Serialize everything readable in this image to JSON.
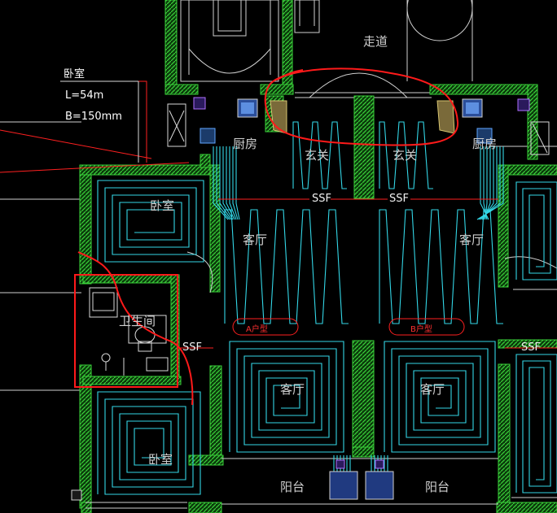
{
  "note": {
    "title": "卧室",
    "length": "L=54m",
    "spacing": "B=150mm"
  },
  "rooms": {
    "corridor": "走道",
    "kitchen_left": "厨房",
    "kitchen_right": "厨房",
    "entrance_left": "玄关",
    "entrance_right": "玄关",
    "bedroom_top": "卧室",
    "bedroom_bottom": "卧室",
    "bathroom": "卫生间",
    "living_left_top": "客厅",
    "living_right_top": "客厅",
    "living_left_center": "客厅",
    "living_right_center": "客厅",
    "balcony_left": "阳台",
    "balcony_right": "阳台"
  },
  "tags": {
    "unit_a": "A户型",
    "unit_b": "B户型"
  },
  "ssf": {
    "label": "SSF"
  },
  "colors": {
    "background": "#000000",
    "wall": "#3ad13a",
    "pipe": "#33d6e6",
    "linework": "#d9d9d9",
    "highlight": "#ff1a1a",
    "manifold": "#4d7bd6"
  }
}
